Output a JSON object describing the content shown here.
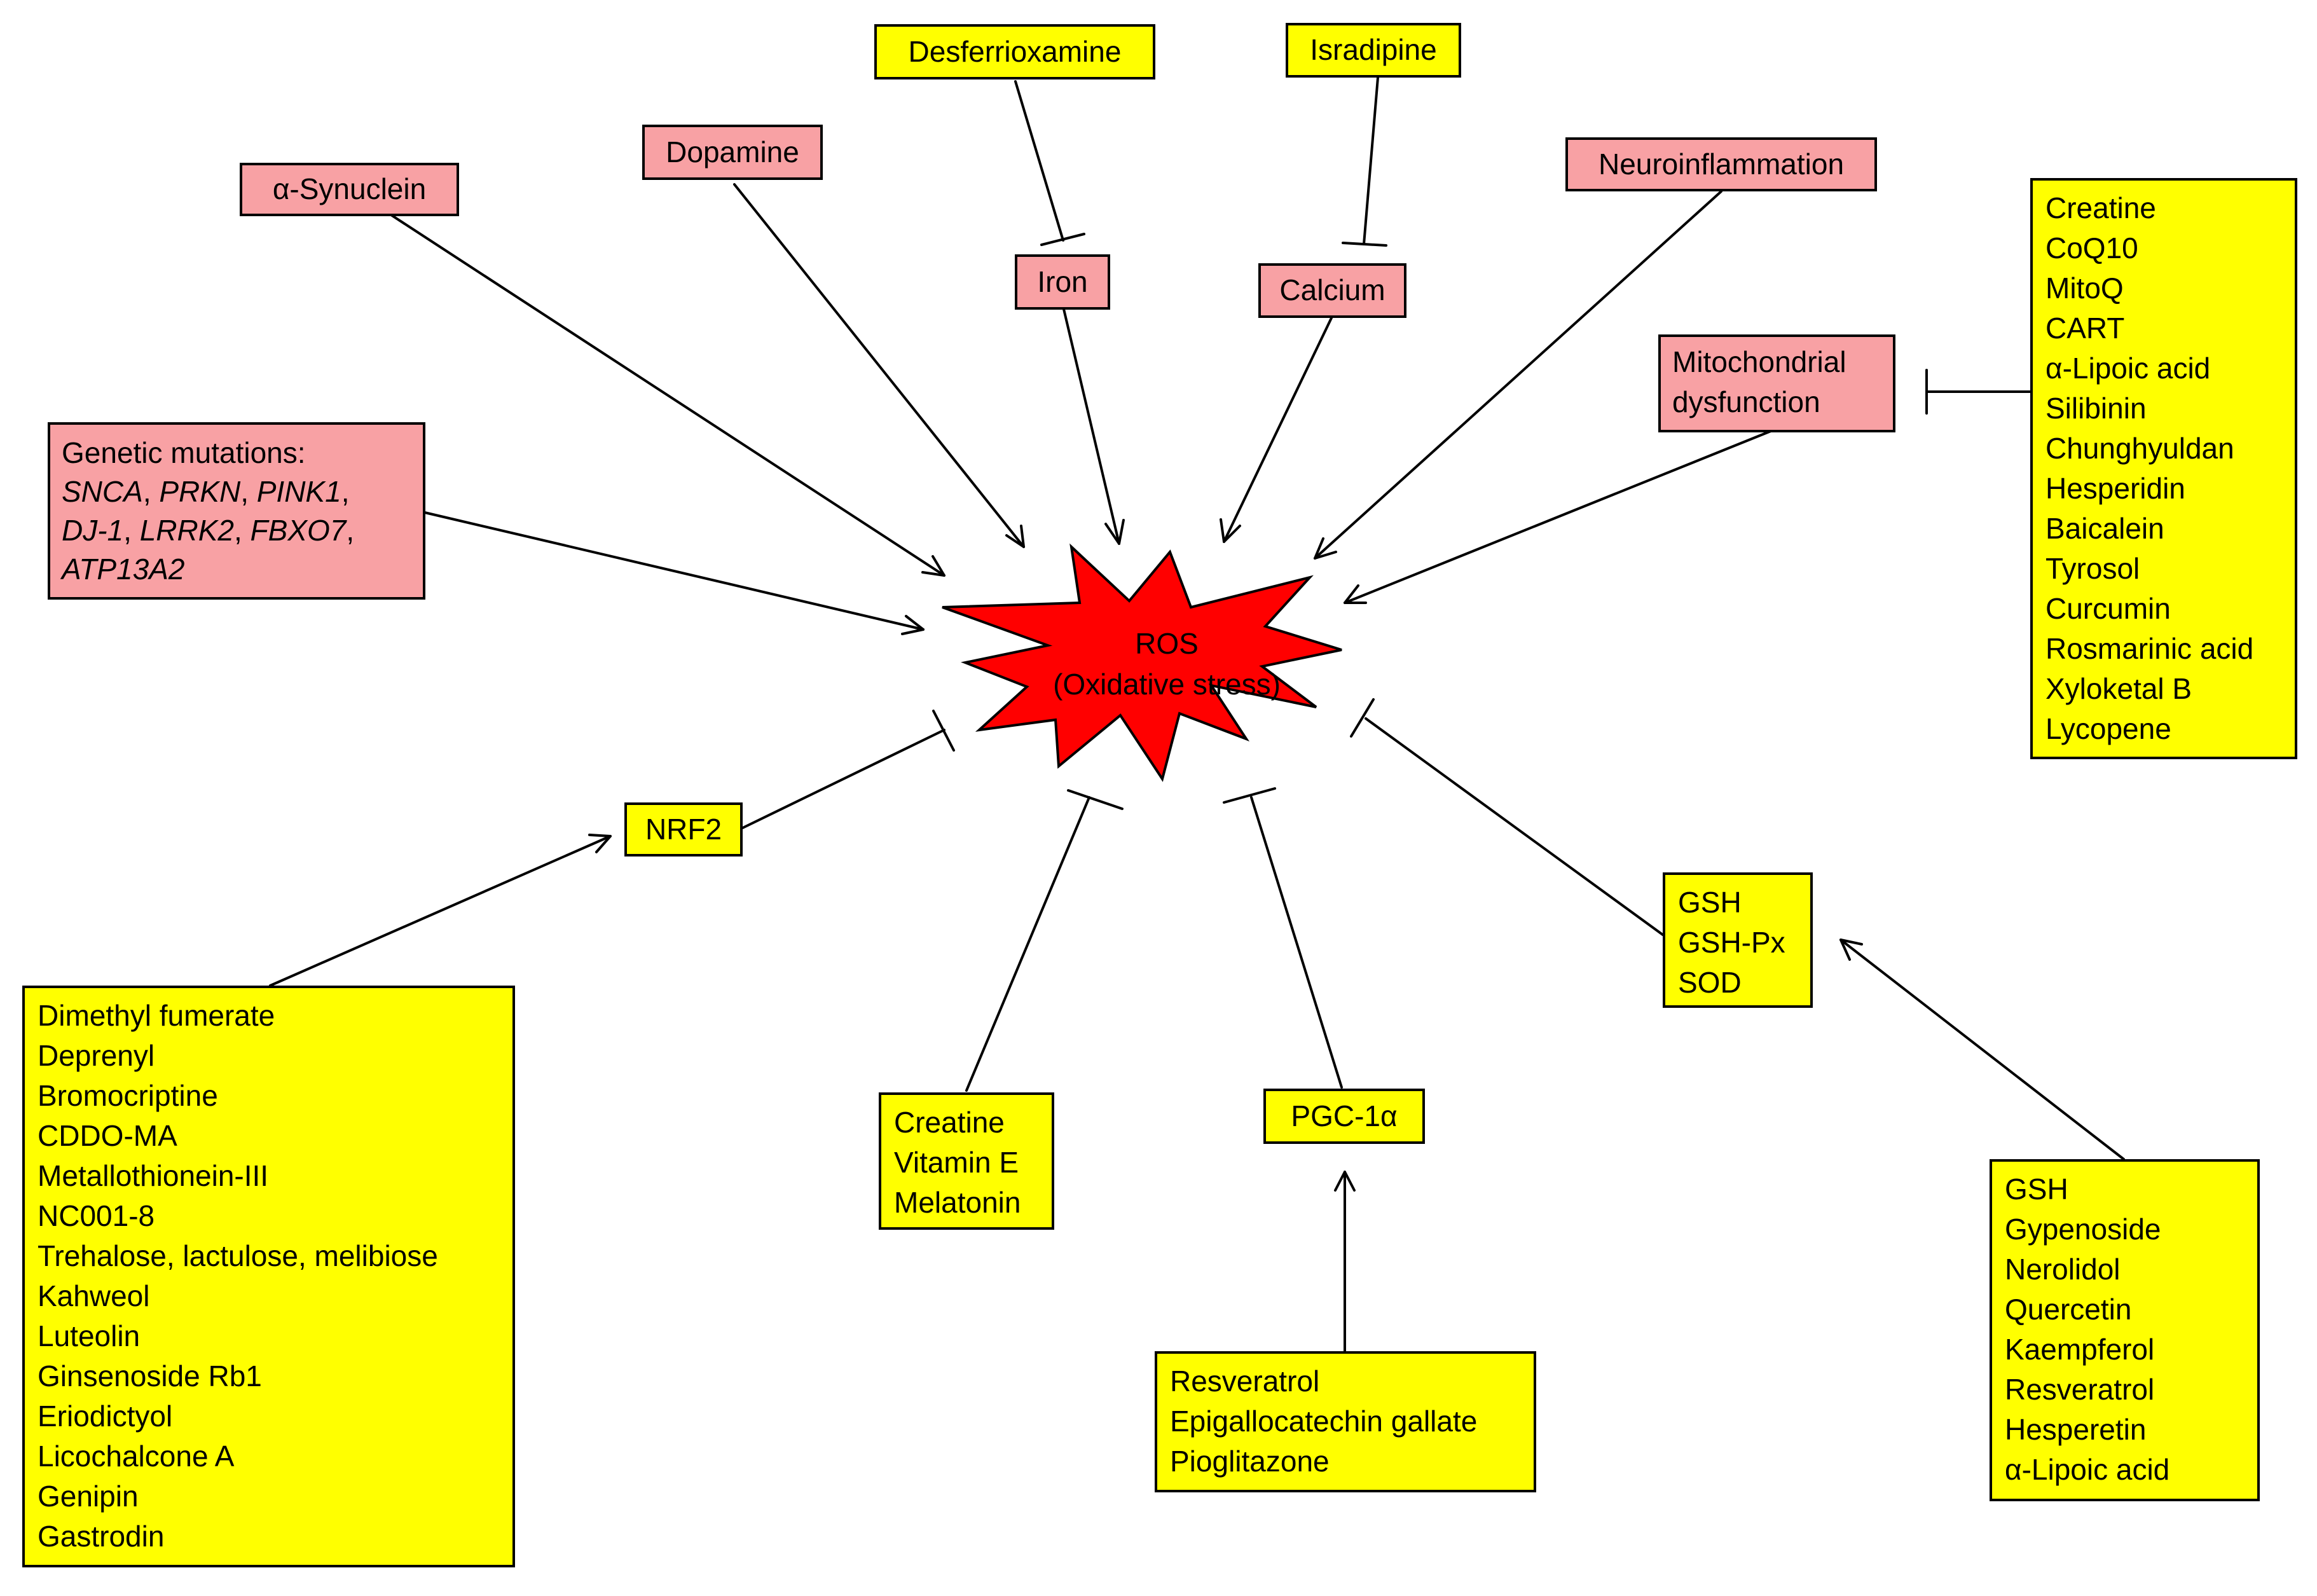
{
  "center": {
    "line1": "ROS",
    "line2": "(Oxidative stress)"
  },
  "colors": {
    "ros_fill": "#ff0000",
    "factor_box": "#f8a1a4",
    "treatment_box": "#ffff00"
  },
  "factors": {
    "synuclein": "α-Synuclein",
    "dopamine": "Dopamine",
    "iron": "Iron",
    "calcium": "Calcium",
    "neuroinflammation": "Neuroinflammation",
    "mito_line1": "Mitochondrial",
    "mito_line2": "dysfunction",
    "genetic_title": "Genetic mutations:",
    "gene_snca": "SNCA",
    "gene_prkn": "PRKN",
    "gene_pink1": "PINK1",
    "gene_dj1": "DJ-1",
    "gene_lrrk2": "LRRK2",
    "gene_fbxo7": "FBXO7",
    "gene_atp13a2": "ATP13A2",
    "sep": ", ",
    "trail": ","
  },
  "treatments": {
    "desferrioxamine": "Desferrioxamine",
    "isradipine": "Isradipine",
    "nrf2": "NRF2",
    "pgc1a": "PGC-1α",
    "mito_list": [
      "Creatine",
      "CoQ10",
      "MitoQ",
      "CART",
      "α-Lipoic acid",
      "Silibinin",
      "Chunghyuldan",
      "Hesperidin",
      "Baicalein",
      "Tyrosol",
      "Curcumin",
      "Rosmarinic acid",
      "Xyloketal B",
      "Lycopene"
    ],
    "nrf2_list": [
      "Dimethyl fumerate",
      "Deprenyl",
      "Bromocriptine",
      "CDDO-MA",
      "Metallothionein-III",
      "NC001-8",
      "Trehalose, lactulose, melibiose",
      "Kahweol",
      "Luteolin",
      "Ginsenoside Rb1",
      "Eriodictyol",
      "Licochalcone A",
      "Genipin",
      "Gastrodin"
    ],
    "direct_list": [
      "Creatine",
      "Vitamin E",
      "Melatonin"
    ],
    "pgc_list": [
      "Resveratrol",
      "Epigallocatechin gallate",
      "Pioglitazone"
    ],
    "antioxidant_list": [
      "GSH",
      "GSH-Px",
      "SOD"
    ],
    "antioxidant_inducers": [
      "GSH",
      "Gypenoside",
      "Nerolidol",
      "Quercetin",
      "Kaempferol",
      "Resveratrol",
      "Hesperetin",
      "α-Lipoic acid"
    ]
  }
}
